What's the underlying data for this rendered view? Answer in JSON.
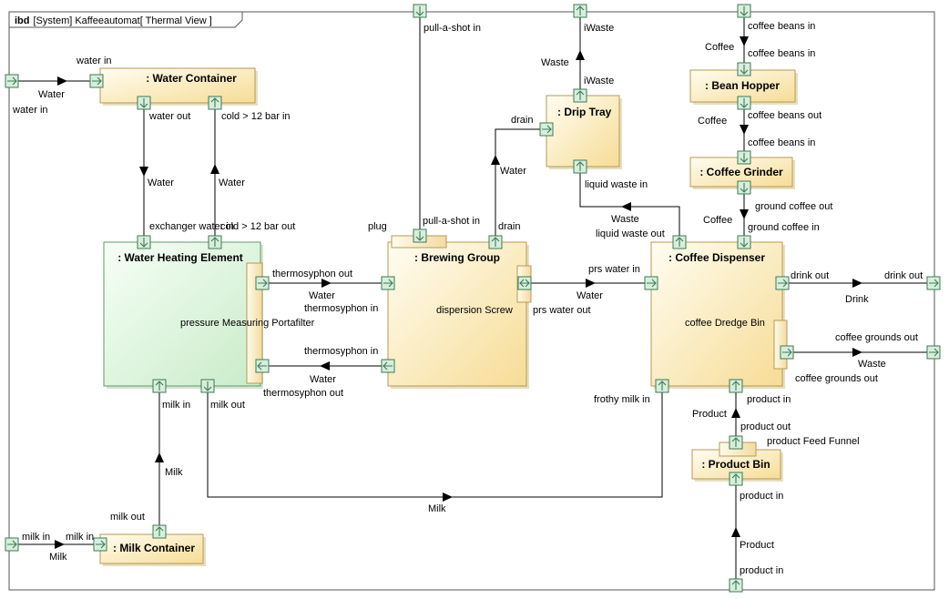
{
  "frame": {
    "keyword": "ibd",
    "title": "[System] Kaffeeautomat[ Thermal View ]"
  },
  "parts": {
    "water_container": ": Water Container",
    "water_heating_element": ": Water Heating Element",
    "brewing_group": ": Brewing Group",
    "drip_tray": ": Drip Tray",
    "bean_hopper": ": Bean Hopper",
    "coffee_grinder": ": Coffee Grinder",
    "coffee_dispenser": ": Coffee Dispenser",
    "product_bin": ": Product Bin",
    "milk_container": ": Milk Container"
  },
  "labels": {
    "water_in_top": "water in",
    "water_in_left": "water in",
    "water_flow_1": "Water",
    "water_out": "water out",
    "cold_12_in": "cold > 12 bar in",
    "water_flow_2": "Water",
    "water_flow_3": "Water",
    "exchanger_water_in": "exchanger water in",
    "cold_12_out": "cold > 12 bar out",
    "pressure_portafilter": "pressure Measuring Portafilter",
    "thermosyphon_out_1": "thermosyphon out",
    "water_flow_4": "Water",
    "thermosyphon_in_1": "thermosyphon in",
    "thermosyphon_in_2": "thermosyphon in",
    "water_flow_5": "Water",
    "thermosyphon_out_2": "thermosyphon out",
    "milk_in": "milk in",
    "milk_out_1": "milk out",
    "milk_flow_1": "Milk",
    "milk_out_2": "milk out",
    "milk_in_left": "milk in",
    "milk_in_2": "milk in",
    "milk_flow_2": "Milk",
    "milk_flow_3": "Milk",
    "pull_a_shot_top": "pull-a-shot in",
    "plug": "plug",
    "pull_a_shot_in": "pull-a-shot in",
    "drain_1": "drain",
    "water_flow_6": "Water",
    "drain_2": "drain",
    "dispersion_screw": "dispersion Screw",
    "prs_water_out": "prs water out",
    "prs_water_in": "prs water in",
    "water_flow_7": "Water",
    "iwaste_top": "iWaste",
    "waste_1": "Waste",
    "iwaste": "iWaste",
    "liquid_waste_in": "liquid waste in",
    "waste_2": "Waste",
    "liquid_waste_out": "liquid waste out",
    "coffee_beans_in_top": "coffee beans in",
    "coffee_1": "Coffee",
    "coffee_beans_in_1": "coffee beans in",
    "coffee_beans_out": "coffee beans out",
    "coffee_2": "Coffee",
    "coffee_beans_in_2": "coffee beans in",
    "ground_coffee_out": "ground coffee out",
    "coffee_3": "Coffee",
    "ground_coffee_in": "ground coffee in",
    "drink_out_1": "drink out",
    "drink_out_2": "drink out",
    "drink": "Drink",
    "coffee_dredge_bin": "coffee Dredge Bin",
    "coffee_grounds_out_1": "coffee grounds out",
    "waste_3": "Waste",
    "coffee_grounds_out_2": "coffee grounds out",
    "frothy_milk_in": "frothy milk in",
    "product_in_1": "product in",
    "product_1": "Product",
    "product_out": "product out",
    "product_feed_funnel": "product Feed Funnel",
    "product_in_2": "product in",
    "product_2": "Product",
    "product_in_bottom": "product in"
  },
  "colors": {
    "frame": "#555555",
    "block_fill_light": "#fffbe8",
    "block_fill_dark": "#f5d98c",
    "heating_fill_light": "#f4fff4",
    "heating_fill_dark": "#cdeccd",
    "port_fill": "#d8eedd",
    "port_stroke": "#3d7a52"
  }
}
